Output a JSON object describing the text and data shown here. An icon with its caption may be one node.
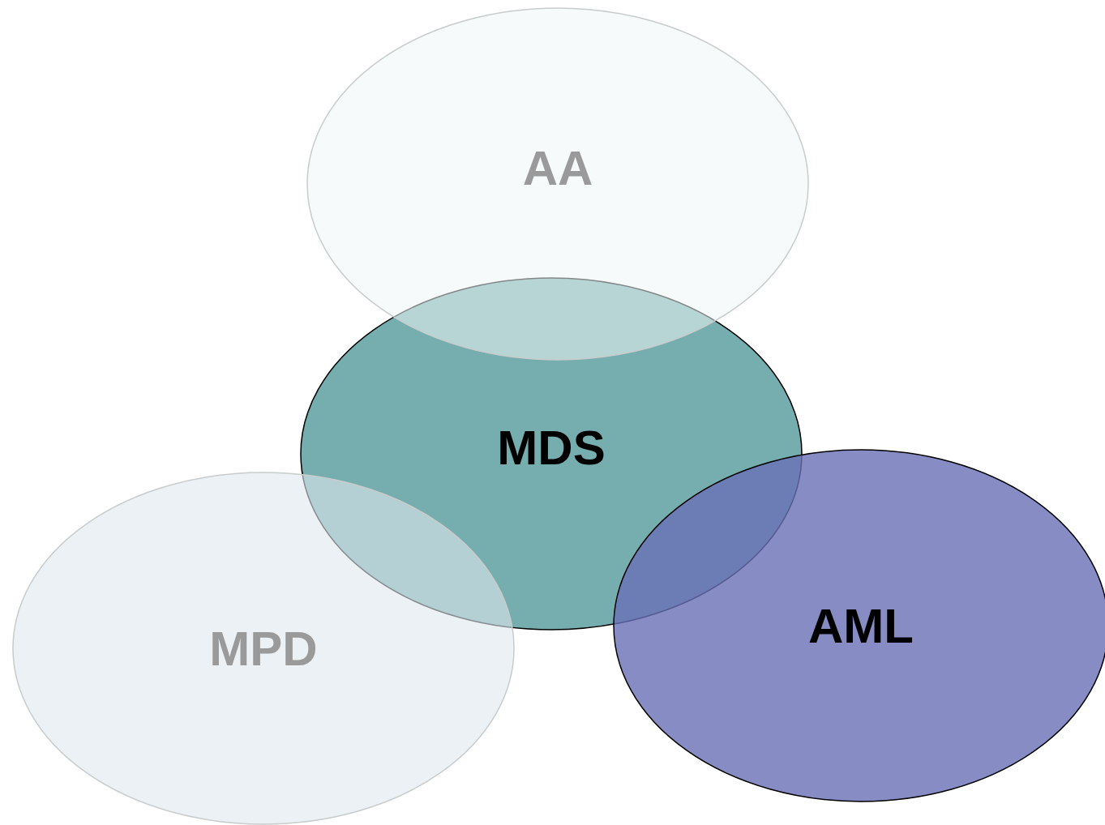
{
  "diagram": {
    "nodes": [
      {
        "text": [
          "AA"
        ]
      },
      {
        "text": [
          "MDS"
        ]
      },
      {
        "text": [
          "MPD"
        ]
      },
      {
        "text": [
          "AML"
        ]
      }
    ]
  }
}
